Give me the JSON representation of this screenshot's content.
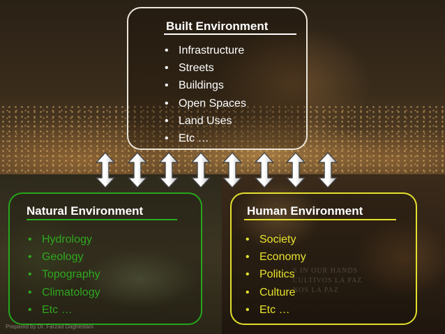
{
  "built": {
    "title": "Built Environment",
    "items": [
      "Infrastructure",
      "Streets",
      "Buildings",
      "Open Spaces",
      "Land Uses",
      "Etc …"
    ]
  },
  "natural": {
    "title": "Natural Environment",
    "items": [
      "Hydrology",
      "Geology",
      "Topography",
      "Climatology",
      "Etc …"
    ],
    "color": "#2ea820"
  },
  "human": {
    "title": "Human Environment",
    "items": [
      "Society",
      "Economy",
      "Politics",
      "Culture",
      "Etc …"
    ],
    "color": "#e6e22e"
  },
  "background_text": [
    "S IN OUR HANDS",
    "CULTIVOS LA PAZ",
    "NOS LA PAZ"
  ],
  "credit": "Prepared by Dr. Farzad Daghestani",
  "arrow_count": 8,
  "icons": {
    "arrow": "double-vertical-arrow-icon"
  }
}
